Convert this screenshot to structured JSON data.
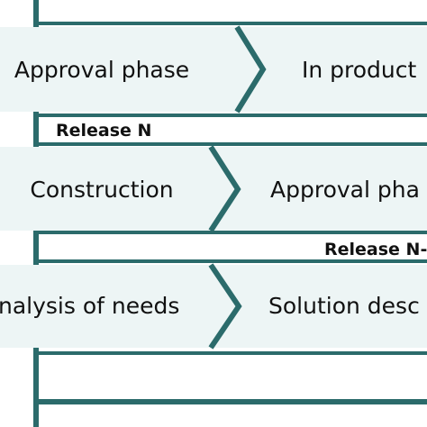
{
  "colors": {
    "line": "#2b6b6b",
    "fill": "#edf5f5",
    "text": "#111111"
  },
  "rows": [
    {
      "release_label": "Release N",
      "phases": [
        "Approval phase",
        "In product"
      ]
    },
    {
      "release_label": "Release N-",
      "phases": [
        "Construction",
        "Approval pha"
      ]
    },
    {
      "release_label": "",
      "phases": [
        "nalysis of needs",
        "Solution desc"
      ]
    }
  ]
}
